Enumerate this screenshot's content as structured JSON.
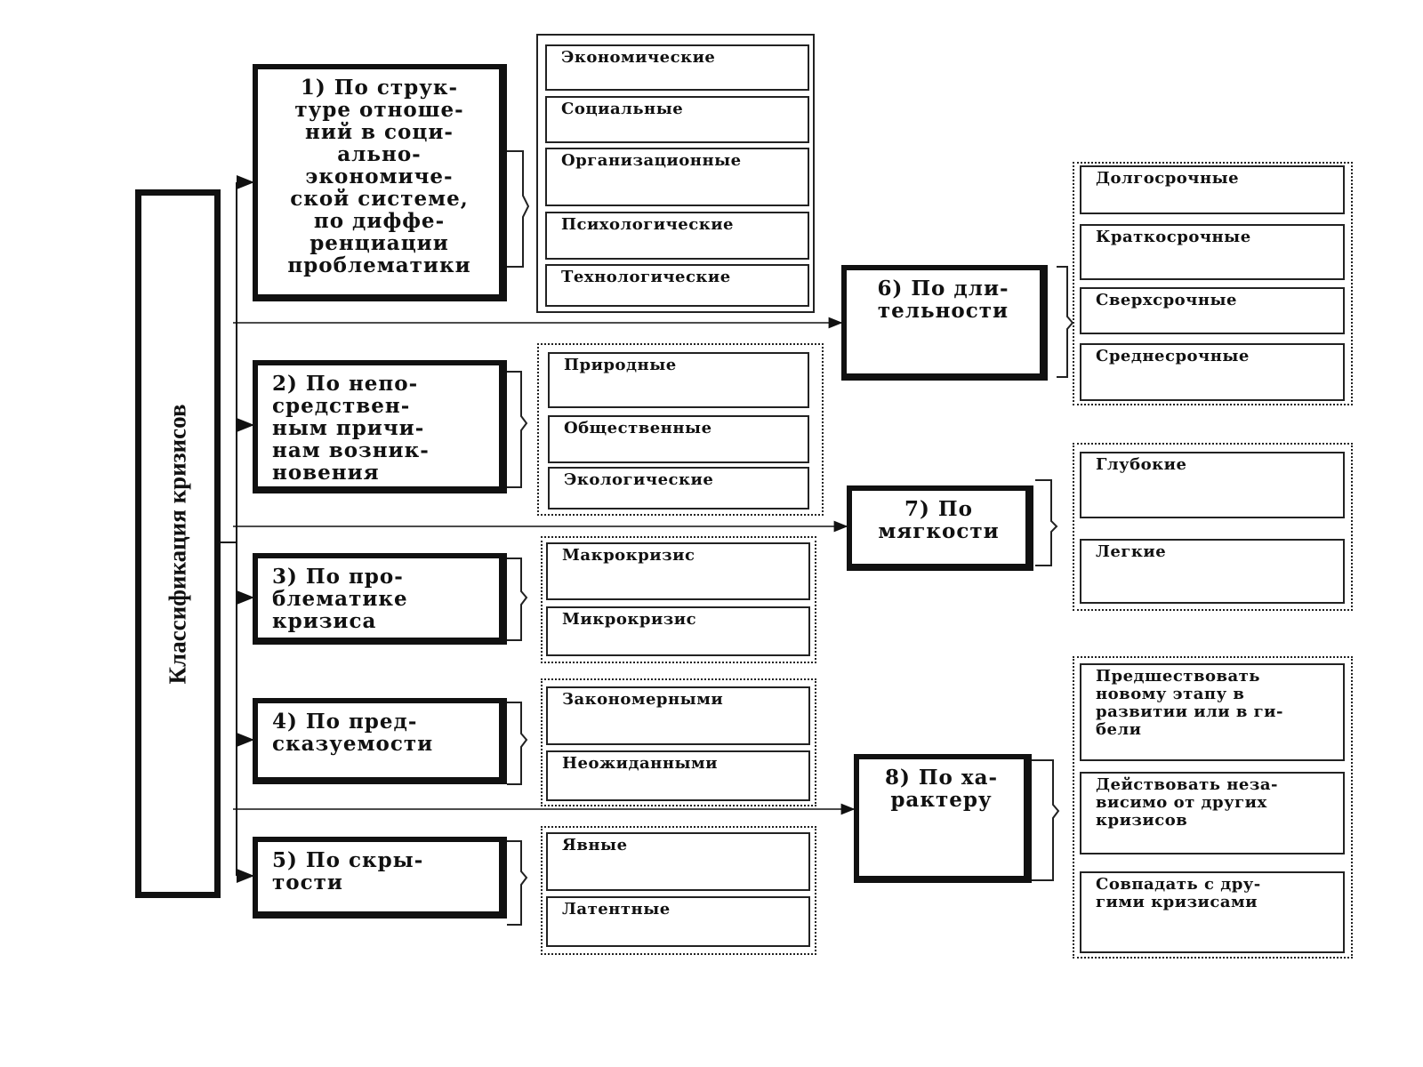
{
  "root": {
    "label": "Классификация кризисов"
  },
  "categories": [
    {
      "label": "1) По струк-\nтуре отноше-\nний в соци-\nально-\nэкономиче-\nской системе,\nпо диффе-\nренциации\nпроблематики",
      "options": [
        "Экономические",
        "Социальные",
        "Организационные",
        "Психологические",
        "Технологические"
      ]
    },
    {
      "label": "2) По непо-\nсредствен-\nным причи-\nнам возник-\nновения",
      "options": [
        "Природные",
        "Общественные",
        "Экологические"
      ]
    },
    {
      "label": "3) По про-\nблематике\nкризиса",
      "options": [
        "Макрокризис",
        "Микрокризис"
      ]
    },
    {
      "label": "4) По пред-\nсказуемости",
      "options": [
        "Закономерными",
        "Неожиданными"
      ]
    },
    {
      "label": "5) По скры-\nтости",
      "options": [
        "Явные",
        "Латентные"
      ]
    },
    {
      "label": "6) По дли-\nтельности",
      "options": [
        "Долгосрочные",
        "Краткосрочные",
        "Сверхсрочные",
        "Среднесрочные"
      ]
    },
    {
      "label": "7) По\nмягкости",
      "options": [
        "Глубокие",
        "Легкие"
      ]
    },
    {
      "label": "8) По ха-\nрактеру",
      "options": [
        "Предшествовать\nновому этапу в\nразвитии или в ги-\nбели",
        "Действовать неза-\nвисимо от других\nкризисов",
        "Совпадать с  дру-\nгими кризисами"
      ]
    }
  ]
}
